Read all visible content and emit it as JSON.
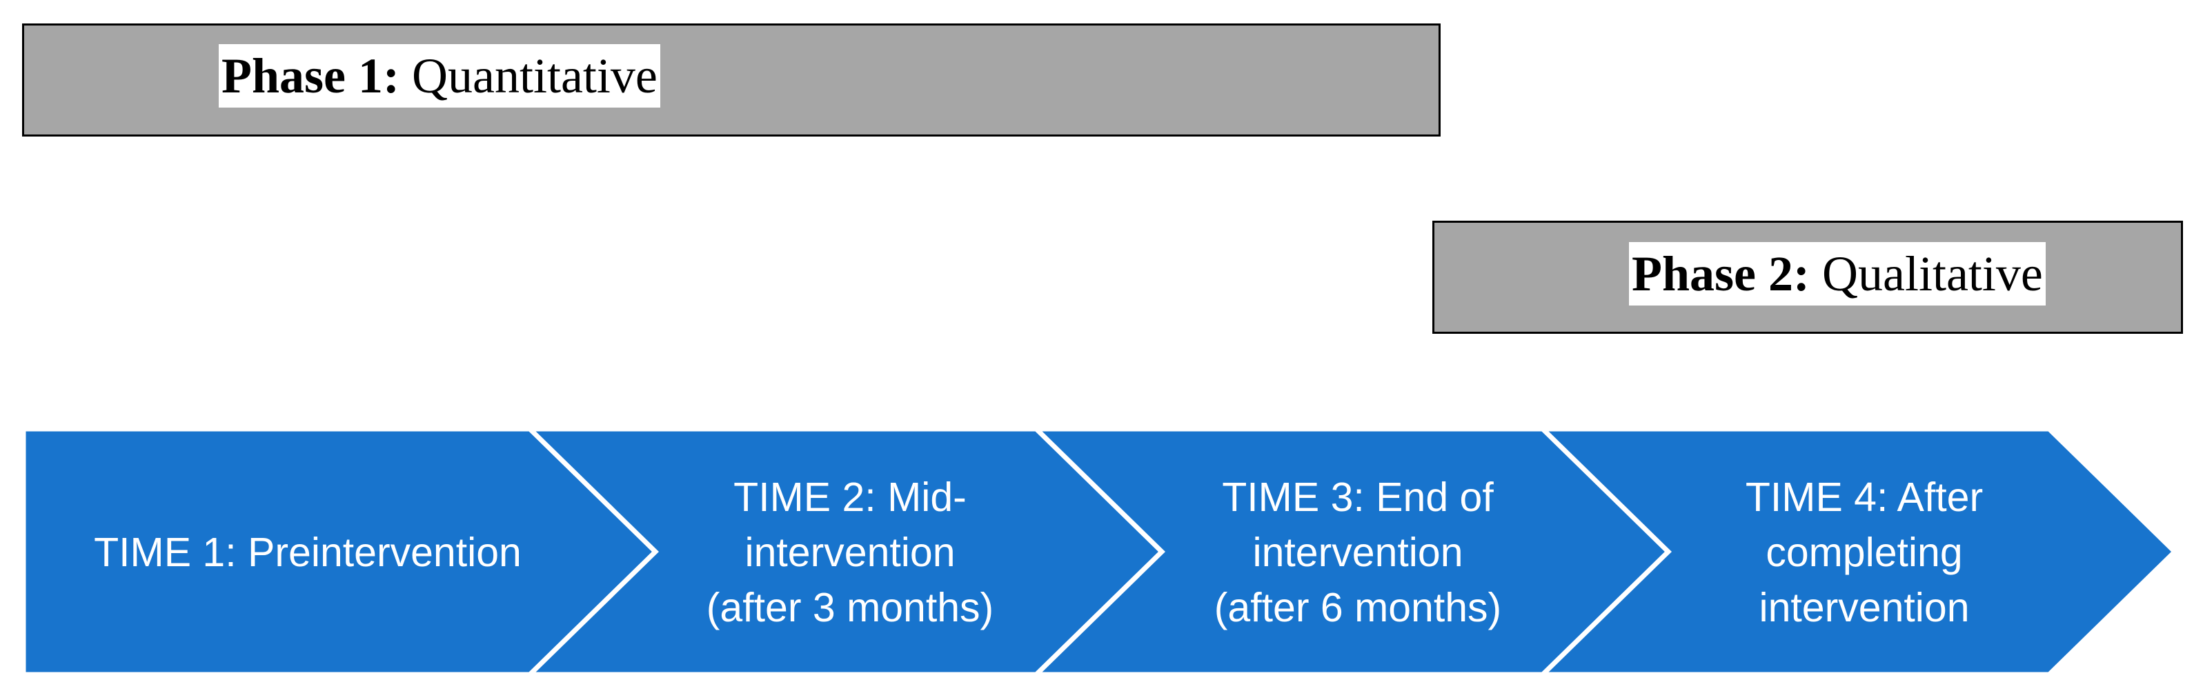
{
  "phases": [
    {
      "bold": "Phase 1:",
      "text": "Quantitative"
    },
    {
      "bold": "Phase 2:",
      "text": "Qualitative"
    }
  ],
  "steps": [
    {
      "lines": [
        "TIME 1: Preintervention"
      ]
    },
    {
      "lines": [
        "TIME 2: Mid-",
        "intervention",
        "(after 3 months)"
      ]
    },
    {
      "lines": [
        "TIME 3: End of",
        "intervention",
        "(after 6 months)"
      ]
    },
    {
      "lines": [
        "TIME 4: After",
        "completing",
        "intervention"
      ]
    }
  ],
  "colors": {
    "chevron_fill": "#1874cd",
    "chevron_stroke": "#ffffff",
    "phase_fill": "#a6a6a6"
  }
}
